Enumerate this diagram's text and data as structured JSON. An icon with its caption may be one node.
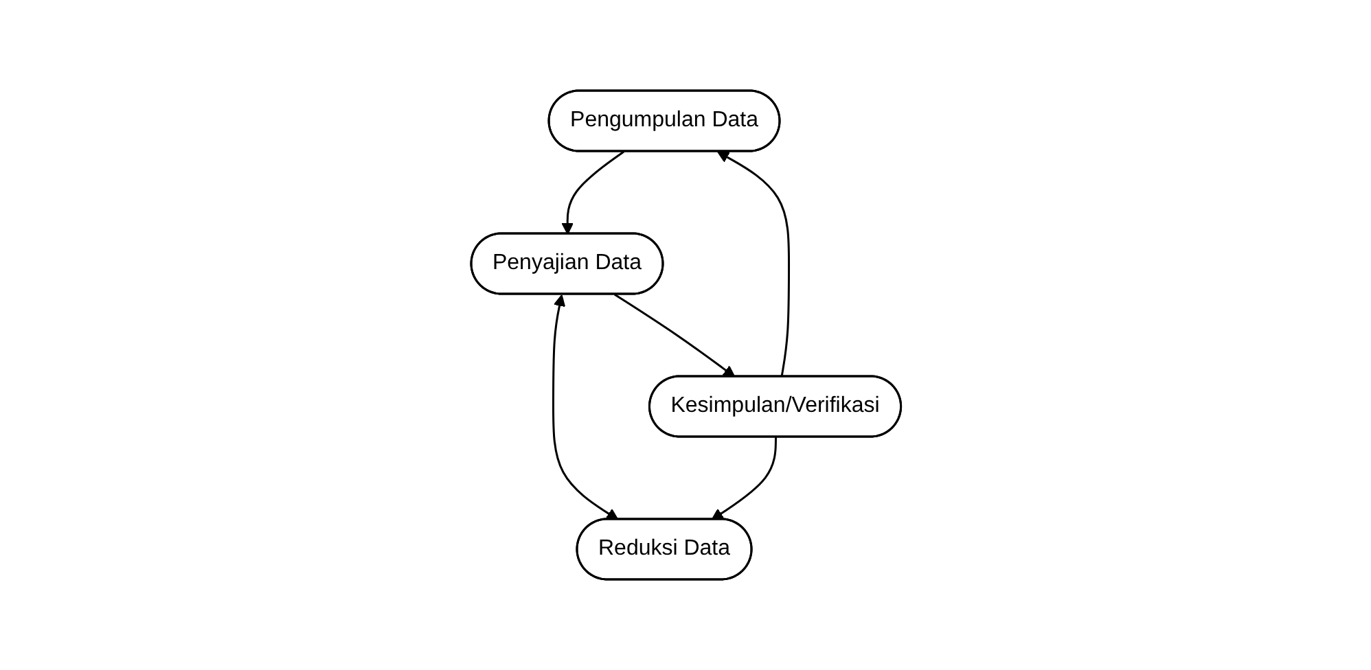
{
  "diagram": {
    "nodes": [
      {
        "text": [
          "Pengumpulan Data"
        ]
      },
      {
        "text": [
          "Penyajian Data"
        ]
      },
      {
        "text": [
          "Reduksi Data"
        ]
      },
      {
        "text": [
          "Kesimpulan/Verifikasi"
        ]
      }
    ],
    "edges": [
      {
        "from": 0,
        "to": 1,
        "arrow": "to"
      },
      {
        "from": 1,
        "to": 2,
        "arrow": "both"
      },
      {
        "from": 1,
        "to": 3,
        "arrow": "to"
      },
      {
        "from": 3,
        "to": 2,
        "arrow": "to"
      },
      {
        "from": 3,
        "to": 0,
        "arrow": "to"
      }
    ]
  }
}
